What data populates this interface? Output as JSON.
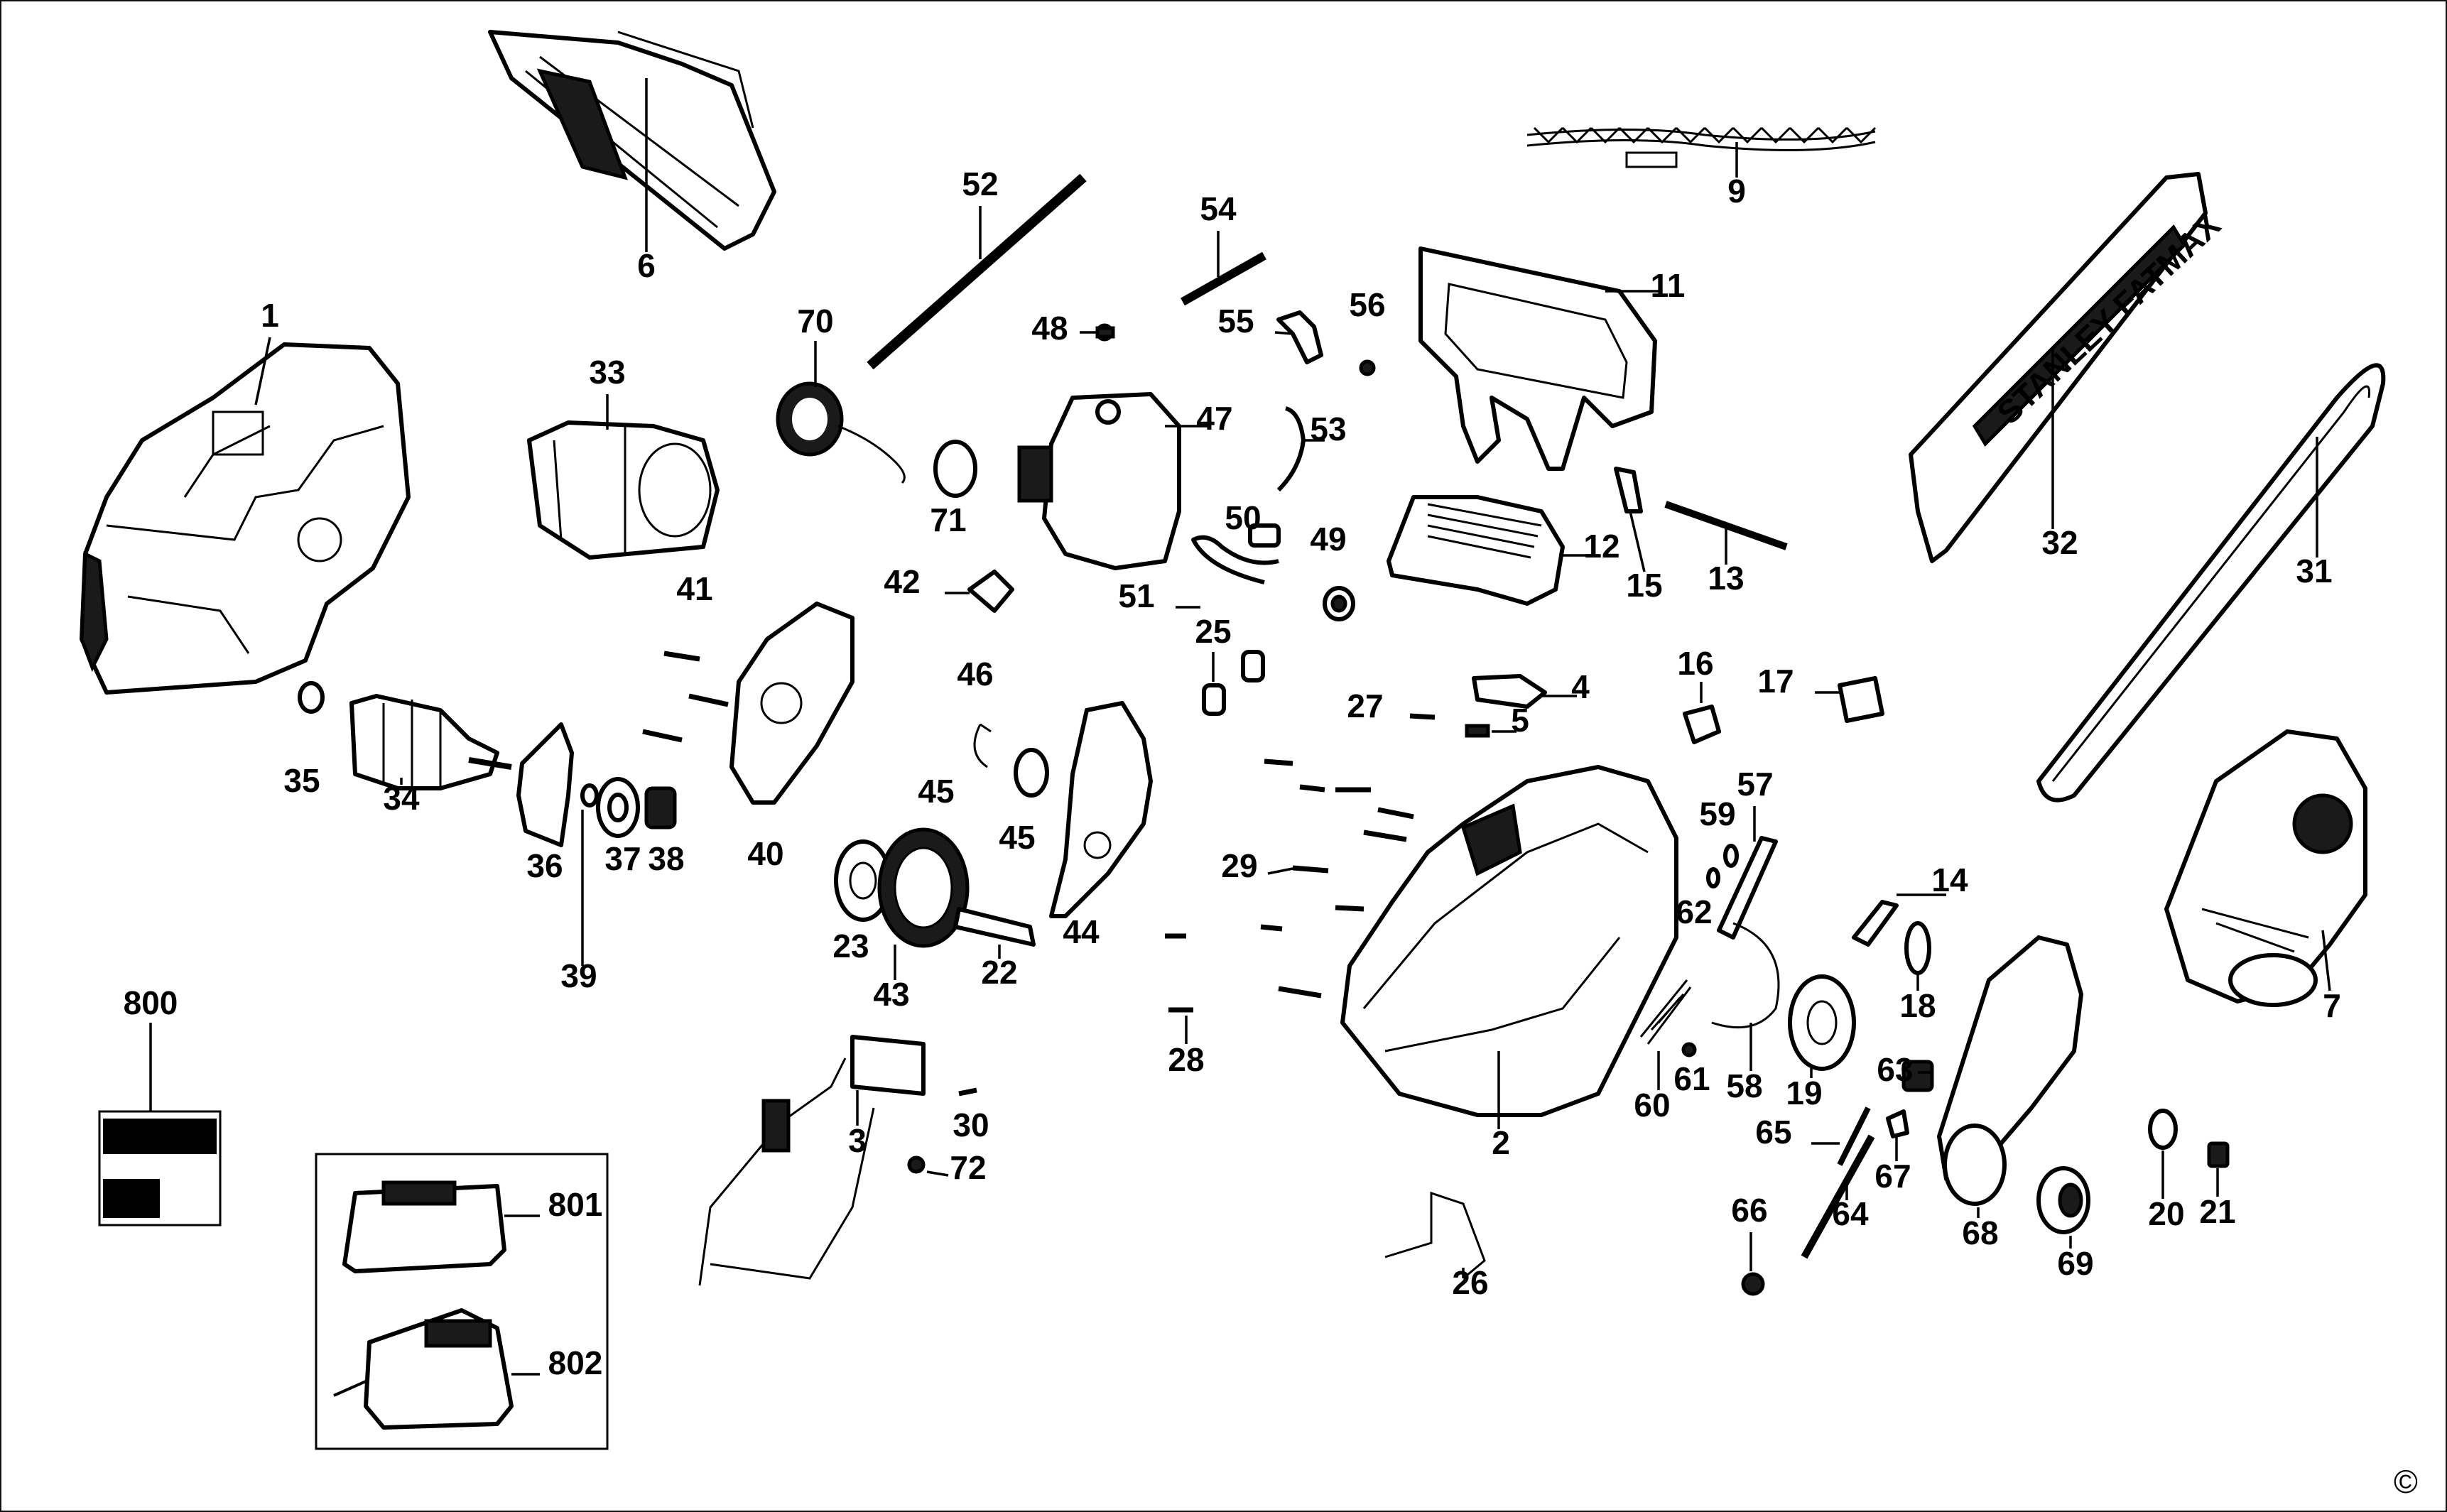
{
  "callouts": [
    {
      "id": "1",
      "label": "1"
    },
    {
      "id": "6",
      "label": "6"
    },
    {
      "id": "52",
      "label": "52"
    },
    {
      "id": "54",
      "label": "54"
    },
    {
      "id": "9",
      "label": "9"
    },
    {
      "id": "70",
      "label": "70"
    },
    {
      "id": "48",
      "label": "48"
    },
    {
      "id": "55",
      "label": "55"
    },
    {
      "id": "56",
      "label": "56"
    },
    {
      "id": "11",
      "label": "11"
    },
    {
      "id": "33",
      "label": "33"
    },
    {
      "id": "47",
      "label": "47"
    },
    {
      "id": "53",
      "label": "53"
    },
    {
      "id": "71",
      "label": "71"
    },
    {
      "id": "50",
      "label": "50"
    },
    {
      "id": "49",
      "label": "49"
    },
    {
      "id": "12",
      "label": "12"
    },
    {
      "id": "15",
      "label": "15"
    },
    {
      "id": "13",
      "label": "13"
    },
    {
      "id": "32",
      "label": "32"
    },
    {
      "id": "31",
      "label": "31"
    },
    {
      "id": "42",
      "label": "42"
    },
    {
      "id": "51",
      "label": "51"
    },
    {
      "id": "41",
      "label": "41"
    },
    {
      "id": "25",
      "label": "25"
    },
    {
      "id": "46",
      "label": "46"
    },
    {
      "id": "4",
      "label": "4"
    },
    {
      "id": "16",
      "label": "16"
    },
    {
      "id": "17",
      "label": "17"
    },
    {
      "id": "27",
      "label": "27"
    },
    {
      "id": "5",
      "label": "5"
    },
    {
      "id": "35",
      "label": "35"
    },
    {
      "id": "34",
      "label": "34"
    },
    {
      "id": "36",
      "label": "36"
    },
    {
      "id": "37",
      "label": "37"
    },
    {
      "id": "38",
      "label": "38"
    },
    {
      "id": "40",
      "label": "40"
    },
    {
      "id": "45a",
      "label": "45"
    },
    {
      "id": "45b",
      "label": "45"
    },
    {
      "id": "44",
      "label": "44"
    },
    {
      "id": "29",
      "label": "29"
    },
    {
      "id": "59",
      "label": "59"
    },
    {
      "id": "57",
      "label": "57"
    },
    {
      "id": "14",
      "label": "14"
    },
    {
      "id": "62",
      "label": "62"
    },
    {
      "id": "39",
      "label": "39"
    },
    {
      "id": "23",
      "label": "23"
    },
    {
      "id": "43",
      "label": "43"
    },
    {
      "id": "22",
      "label": "22"
    },
    {
      "id": "18",
      "label": "18"
    },
    {
      "id": "7",
      "label": "7"
    },
    {
      "id": "800",
      "label": "800"
    },
    {
      "id": "28",
      "label": "28"
    },
    {
      "id": "60",
      "label": "60"
    },
    {
      "id": "61",
      "label": "61"
    },
    {
      "id": "58",
      "label": "58"
    },
    {
      "id": "19",
      "label": "19"
    },
    {
      "id": "63",
      "label": "63"
    },
    {
      "id": "30",
      "label": "30"
    },
    {
      "id": "3",
      "label": "3"
    },
    {
      "id": "2",
      "label": "2"
    },
    {
      "id": "65",
      "label": "65"
    },
    {
      "id": "67",
      "label": "67"
    },
    {
      "id": "72",
      "label": "72"
    },
    {
      "id": "801",
      "label": "801"
    },
    {
      "id": "66",
      "label": "66"
    },
    {
      "id": "64",
      "label": "64"
    },
    {
      "id": "68",
      "label": "68"
    },
    {
      "id": "69",
      "label": "69"
    },
    {
      "id": "20",
      "label": "20"
    },
    {
      "id": "21",
      "label": "21"
    },
    {
      "id": "26",
      "label": "26"
    },
    {
      "id": "802",
      "label": "802"
    }
  ],
  "bar_brand_text": "STANLEY FATMAX",
  "copyright_symbol": "©",
  "colors": {
    "ink": "#000000",
    "paper": "#ffffff"
  }
}
